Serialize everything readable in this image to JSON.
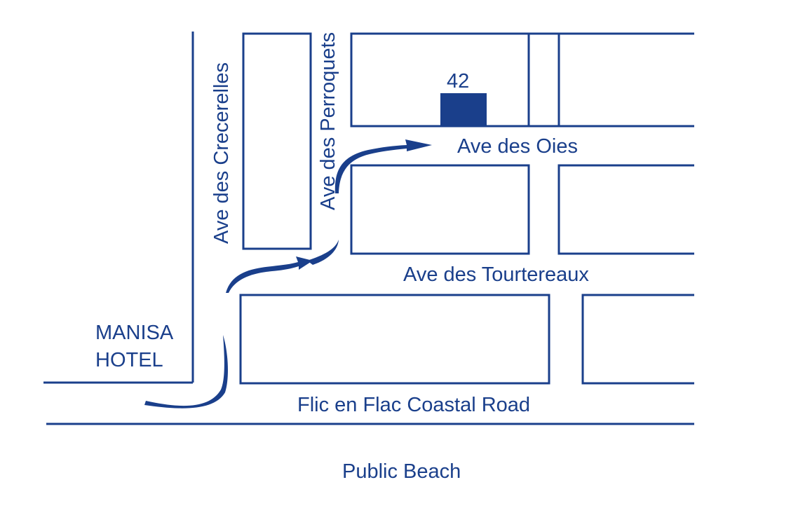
{
  "colors": {
    "ink": "#1a3f8b",
    "background": "#ffffff"
  },
  "map": {
    "hotel_label_line1": "MANISA",
    "hotel_label_line2": "HOTEL",
    "building_number": "42",
    "streets": {
      "crecerelles": "Ave des Crecerelles",
      "perroquets": "Ave des Perroquets",
      "oies": "Ave des Oies",
      "tourtereaux": "Ave des Tourtereaux",
      "coastal_road": "Flic en Flac Coastal Road"
    },
    "beach_label": "Public Beach"
  }
}
